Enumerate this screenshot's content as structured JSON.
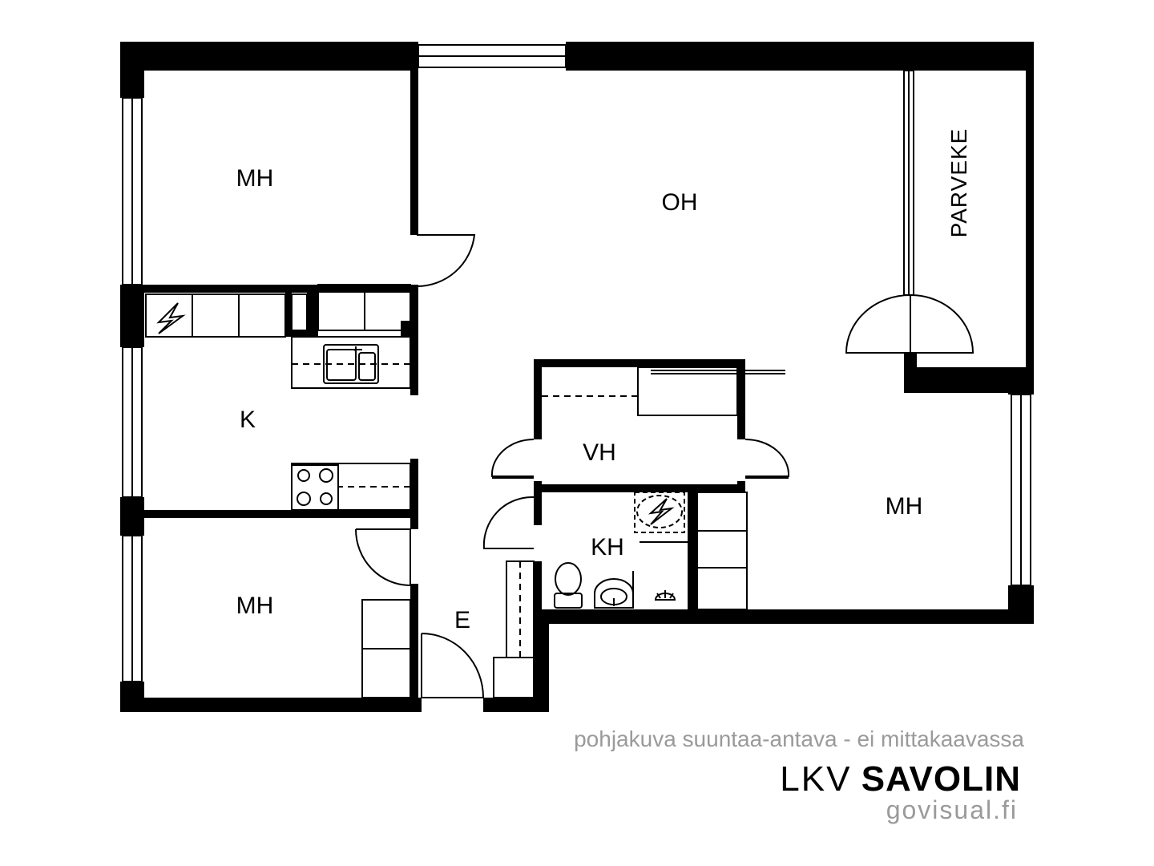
{
  "floorplan": {
    "rooms": {
      "bedroom_top": "MH",
      "living_room": "OH",
      "balcony": "PARVEKE",
      "kitchen": "K",
      "bedroom_bottom": "MH",
      "hall": "E",
      "storage": "VH",
      "bathroom": "KH",
      "bedroom_right": "MH"
    },
    "icons": {
      "kitchen_electric": "electric-bolt-icon",
      "sauna_stove": "sauna-stove-icon",
      "stove": "stove-icon",
      "sink": "sink-icon",
      "toilet": "toilet-icon",
      "washbasin": "washbasin-icon",
      "shower": "shower-icon"
    },
    "colors": {
      "wall": "#000000",
      "note_text": "#9a9a9a"
    }
  },
  "footer": {
    "disclaimer": "pohjakuva suuntaa-antava - ei mittakaavassa",
    "brand_light": "LKV",
    "brand_bold": "SAVOLIN",
    "site": "govisual.fi"
  }
}
